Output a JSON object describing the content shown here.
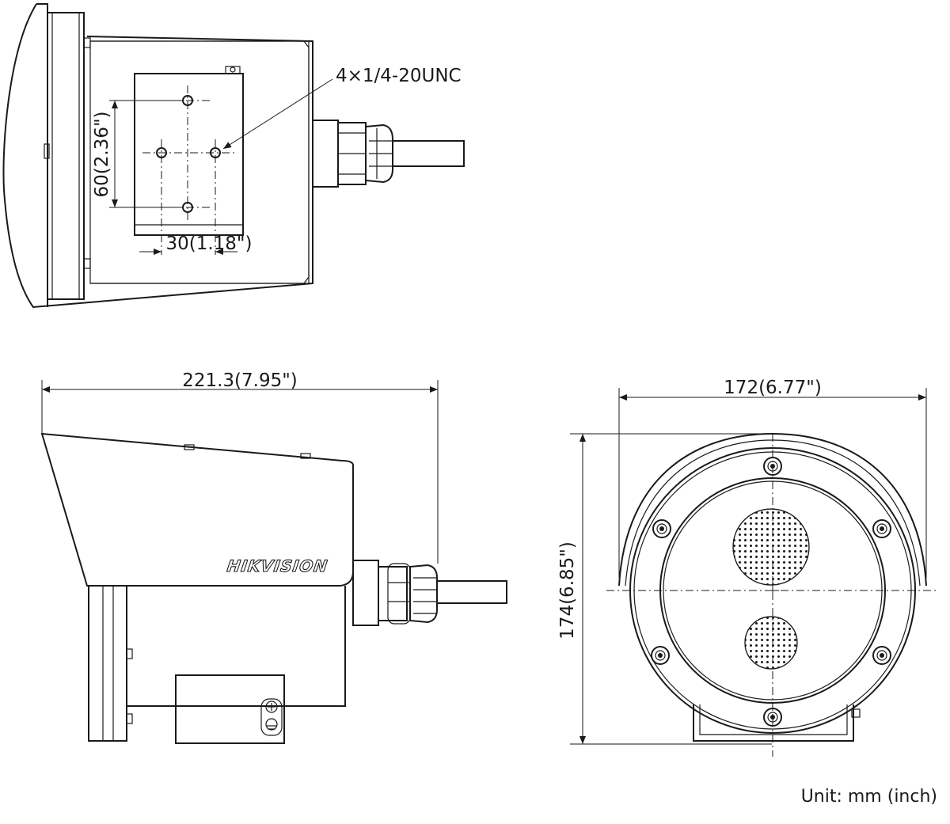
{
  "top_view": {
    "mount_callout": "4×1/4-20UNC",
    "vertical_spacing": "60(2.36\")",
    "horizontal_spacing": "30(1.18\")"
  },
  "side_view": {
    "length": "221.3(7.95\")",
    "brand_logo": "HIKVISION"
  },
  "front_view": {
    "width": "172(6.77\")",
    "height": "174(6.85\")"
  },
  "unit_note": "Unit: mm (inch)"
}
